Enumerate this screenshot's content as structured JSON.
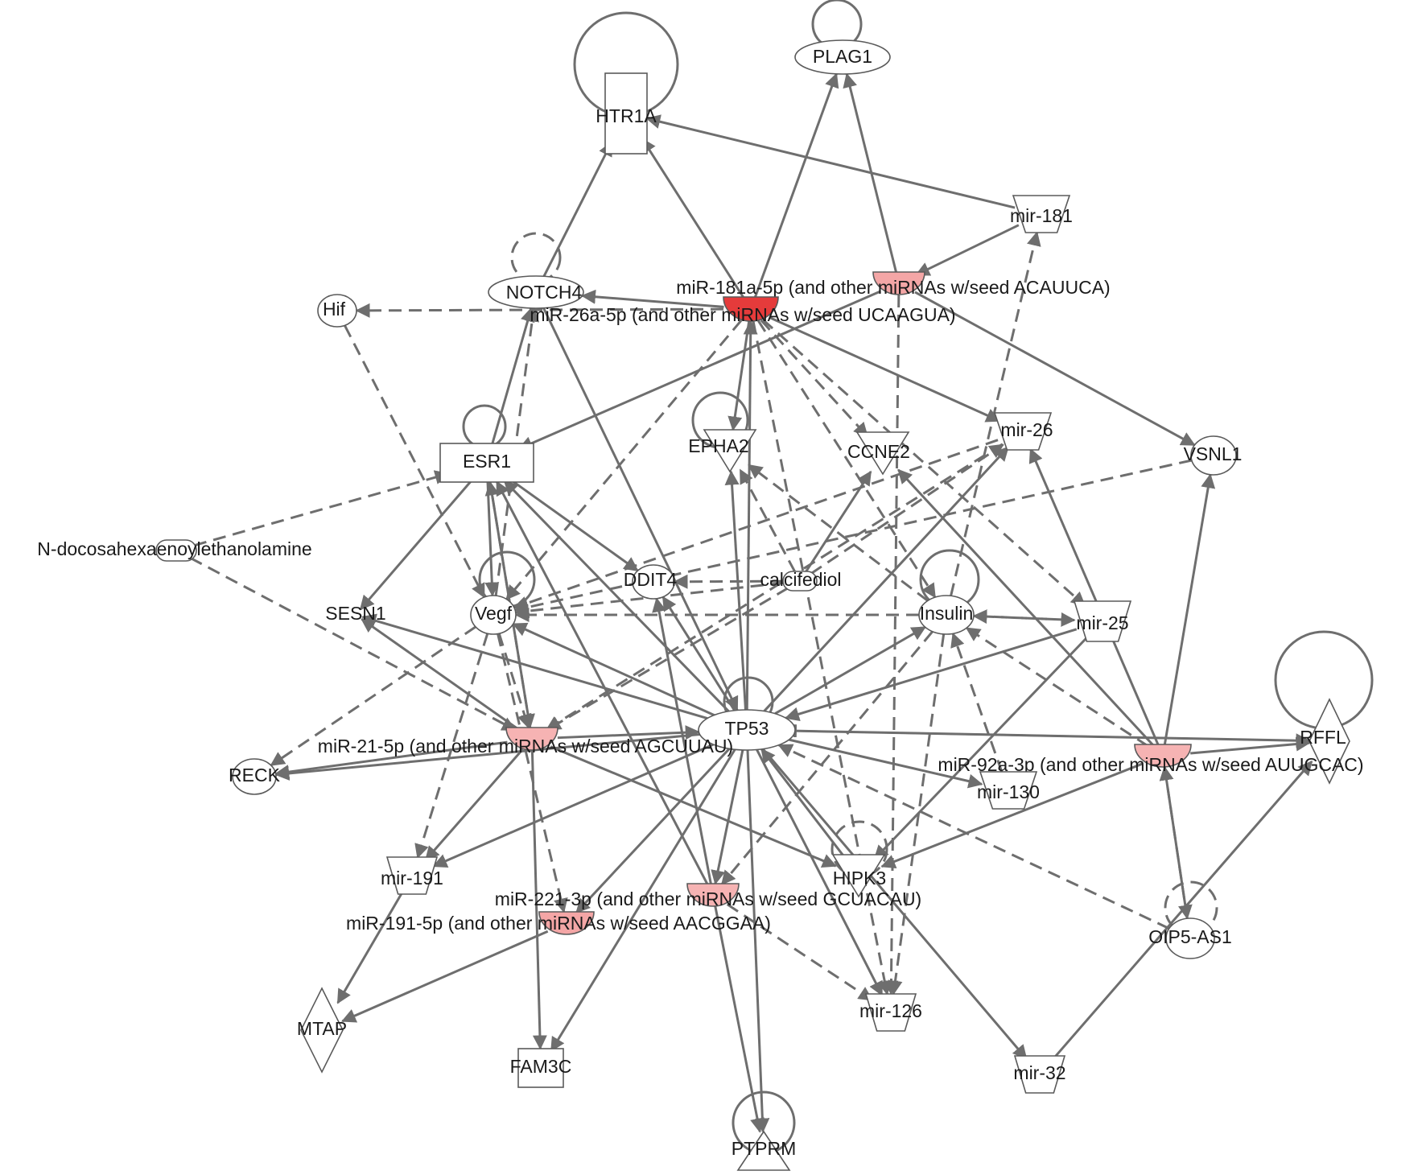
{
  "nodes": [
    {
      "id": "HTR1A",
      "label": "HTR1A",
      "shape": "rect",
      "fill": "#ffffff"
    },
    {
      "id": "PLAG1",
      "label": "PLAG1",
      "shape": "ellipse",
      "fill": "#ffffff"
    },
    {
      "id": "mir181",
      "label": "mir-181",
      "shape": "trapezoid",
      "fill": "#ffffff"
    },
    {
      "id": "NOTCH4",
      "label": "NOTCH4",
      "shape": "ellipse",
      "fill": "#ffffff"
    },
    {
      "id": "Hif",
      "label": "Hif",
      "shape": "ellipse",
      "fill": "#ffffff"
    },
    {
      "id": "miR181a",
      "label": "miR-181a-5p (and other miRNAs w/seed ACAUUCA)",
      "shape": "semicircle",
      "fill": "#f4a6a6"
    },
    {
      "id": "miR26a",
      "label": "miR-26a-5p (and other miRNAs w/seed UCAAGUA)",
      "shape": "semicircle",
      "fill": "#e53b3b"
    },
    {
      "id": "ESR1",
      "label": "ESR1",
      "shape": "rect",
      "fill": "#ffffff"
    },
    {
      "id": "EPHA2",
      "label": "EPHA2",
      "shape": "triangle-down",
      "fill": "#ffffff"
    },
    {
      "id": "CCNE2",
      "label": "CCNE2",
      "shape": "triangle-down",
      "fill": "#ffffff"
    },
    {
      "id": "mir26",
      "label": "mir-26",
      "shape": "trapezoid",
      "fill": "#ffffff"
    },
    {
      "id": "VSNL1",
      "label": "VSNL1",
      "shape": "ellipse",
      "fill": "#ffffff"
    },
    {
      "id": "NDEA",
      "label": "N-docosahexaenoylethanolamine",
      "shape": "capsule",
      "fill": "#ffffff"
    },
    {
      "id": "DDIT4",
      "label": "DDIT4",
      "shape": "ellipse",
      "fill": "#ffffff"
    },
    {
      "id": "calcifediol",
      "label": "calcifediol",
      "shape": "capsule",
      "fill": "#ffffff"
    },
    {
      "id": "SESN1",
      "label": "SESN1",
      "shape": "none",
      "fill": "#ffffff"
    },
    {
      "id": "Vegf",
      "label": "Vegf",
      "shape": "ellipse",
      "fill": "#ffffff"
    },
    {
      "id": "Insulin",
      "label": "Insulin",
      "shape": "ellipse",
      "fill": "#ffffff"
    },
    {
      "id": "mir25",
      "label": "mir-25",
      "shape": "trapezoid",
      "fill": "#ffffff"
    },
    {
      "id": "TP53",
      "label": "TP53",
      "shape": "ellipse",
      "fill": "#ffffff"
    },
    {
      "id": "RFFL",
      "label": "RFFL",
      "shape": "diamond",
      "fill": "#ffffff"
    },
    {
      "id": "miR21",
      "label": "miR-21-5p (and other miRNAs w/seed AGCUUAU)",
      "shape": "semicircle",
      "fill": "#f6b3b3"
    },
    {
      "id": "RECK",
      "label": "RECK",
      "shape": "ellipse",
      "fill": "#ffffff"
    },
    {
      "id": "miR92a",
      "label": "miR-92a-3p (and other miRNAs w/seed AUUGCAC)",
      "shape": "semicircle",
      "fill": "#f6b3b3"
    },
    {
      "id": "mir130",
      "label": "mir-130",
      "shape": "trapezoid",
      "fill": "#ffffff"
    },
    {
      "id": "mir191",
      "label": "mir-191",
      "shape": "trapezoid",
      "fill": "#ffffff"
    },
    {
      "id": "HIPK3",
      "label": "HIPK3",
      "shape": "triangle-down",
      "fill": "#ffffff"
    },
    {
      "id": "miR221",
      "label": "miR-221-3p (and other miRNAs w/seed GCUACAU)",
      "shape": "semicircle",
      "fill": "#f6b3b3"
    },
    {
      "id": "miR191",
      "label": "miR-191-5p (and other miRNAs w/seed AACGGAA)",
      "shape": "semicircle",
      "fill": "#f4a6a6"
    },
    {
      "id": "OIP5",
      "label": "OIP5-AS1",
      "shape": "ellipse",
      "fill": "#ffffff"
    },
    {
      "id": "MTAP",
      "label": "MTAP",
      "shape": "diamond",
      "fill": "#ffffff"
    },
    {
      "id": "FAM3C",
      "label": "FAM3C",
      "shape": "rect",
      "fill": "#ffffff"
    },
    {
      "id": "mir126",
      "label": "mir-126",
      "shape": "trapezoid",
      "fill": "#ffffff"
    },
    {
      "id": "mir32",
      "label": "mir-32",
      "shape": "trapezoid",
      "fill": "#ffffff"
    },
    {
      "id": "PTPRM",
      "label": "PTPRM",
      "shape": "triangle-up",
      "fill": "#ffffff"
    }
  ],
  "edges": [
    {
      "from": "HTR1A",
      "to": "HTR1A",
      "style": "solid"
    },
    {
      "from": "PLAG1",
      "to": "PLAG1",
      "style": "solid"
    },
    {
      "from": "NOTCH4",
      "to": "NOTCH4",
      "style": "dashed"
    },
    {
      "from": "ESR1",
      "to": "ESR1",
      "style": "solid"
    },
    {
      "from": "EPHA2",
      "to": "EPHA2",
      "style": "solid"
    },
    {
      "from": "Vegf",
      "to": "Vegf",
      "style": "solid"
    },
    {
      "from": "Insulin",
      "to": "Insulin",
      "style": "solid"
    },
    {
      "from": "TP53",
      "to": "TP53",
      "style": "solid"
    },
    {
      "from": "RFFL",
      "to": "RFFL",
      "style": "solid"
    },
    {
      "from": "HIPK3",
      "to": "HIPK3",
      "style": "dashed"
    },
    {
      "from": "OIP5",
      "to": "OIP5",
      "style": "dashed"
    },
    {
      "from": "PTPRM",
      "to": "PTPRM",
      "style": "solid"
    },
    {
      "from": "mir181",
      "to": "HTR1A",
      "style": "solid"
    },
    {
      "from": "mir181",
      "to": "miR181a",
      "style": "solid"
    },
    {
      "from": "miR26a",
      "to": "HTR1A",
      "style": "solid"
    },
    {
      "from": "miR26a",
      "to": "PLAG1",
      "style": "solid"
    },
    {
      "from": "miR181a",
      "to": "PLAG1",
      "style": "solid"
    },
    {
      "from": "NOTCH4",
      "to": "HTR1A",
      "style": "solid"
    },
    {
      "from": "miR26a",
      "to": "Hif",
      "style": "dashed"
    },
    {
      "from": "miR26a",
      "to": "NOTCH4",
      "style": "solid"
    },
    {
      "from": "miR181a",
      "to": "ESR1",
      "style": "solid"
    },
    {
      "from": "miR26a",
      "to": "EPHA2",
      "style": "solid"
    },
    {
      "from": "miR26a",
      "to": "CCNE2",
      "style": "dashed"
    },
    {
      "from": "miR26a",
      "to": "mir26",
      "style": "solid"
    },
    {
      "from": "miR181a",
      "to": "VSNL1",
      "style": "solid"
    },
    {
      "from": "miR26a",
      "to": "Insulin",
      "style": "dashed"
    },
    {
      "from": "miR26a",
      "to": "mir126",
      "style": "dashed"
    },
    {
      "from": "miR26a",
      "to": "mir25",
      "style": "dashed"
    },
    {
      "from": "miR26a",
      "to": "Vegf",
      "style": "dashed"
    },
    {
      "from": "miR181a",
      "to": "mir126",
      "style": "dashed"
    },
    {
      "from": "ESR1",
      "to": "NOTCH4",
      "style": "solid"
    },
    {
      "from": "Vegf",
      "to": "NOTCH4",
      "style": "dashed"
    },
    {
      "from": "Hif",
      "to": "Vegf",
      "style": "dashed"
    },
    {
      "from": "NDEA",
      "to": "ESR1",
      "style": "dashed"
    },
    {
      "from": "NDEA",
      "to": "miR21",
      "style": "dashed"
    },
    {
      "from": "ESR1",
      "to": "SESN1",
      "style": "solid"
    },
    {
      "from": "ESR1",
      "to": "Vegf",
      "style": "solid"
    },
    {
      "from": "ESR1",
      "to": "DDIT4",
      "style": "solid"
    },
    {
      "from": "ESR1",
      "to": "miR21",
      "style": "solid"
    },
    {
      "from": "TP53",
      "to": "ESR1",
      "style": "solid"
    },
    {
      "from": "NOTCH4",
      "to": "TP53",
      "style": "solid"
    },
    {
      "from": "TP53",
      "to": "miR26a",
      "style": "solid"
    },
    {
      "from": "TP53",
      "to": "EPHA2",
      "style": "solid"
    },
    {
      "from": "calcifediol",
      "to": "CCNE2",
      "style": "solid"
    },
    {
      "from": "calcifediol",
      "to": "EPHA2",
      "style": "dashed"
    },
    {
      "from": "calcifediol",
      "to": "DDIT4",
      "style": "dashed"
    },
    {
      "from": "calcifediol",
      "to": "Vegf",
      "style": "dashed"
    },
    {
      "from": "calcifediol",
      "to": "miR21",
      "style": "dashed"
    },
    {
      "from": "calcifediol",
      "to": "mir26",
      "style": "dashed"
    },
    {
      "from": "Insulin",
      "to": "Vegf",
      "style": "dashed"
    },
    {
      "from": "Insulin",
      "to": "EPHA2",
      "style": "dashed"
    },
    {
      "from": "mir25",
      "to": "Insulin",
      "style": "dashed"
    },
    {
      "from": "Insulin",
      "to": "mir25",
      "style": "dashed"
    },
    {
      "from": "Insulin",
      "to": "mir181",
      "style": "dashed"
    },
    {
      "from": "mir25",
      "to": "TP53",
      "style": "solid"
    },
    {
      "from": "mir25",
      "to": "HIPK3",
      "style": "solid"
    },
    {
      "from": "VSNL1",
      "to": "Vegf",
      "style": "dashed"
    },
    {
      "from": "miR92a",
      "to": "VSNL1",
      "style": "solid"
    },
    {
      "from": "miR92a",
      "to": "RFFL",
      "style": "solid"
    },
    {
      "from": "miR92a",
      "to": "CCNE2",
      "style": "solid"
    },
    {
      "from": "miR92a",
      "to": "HIPK3",
      "style": "solid"
    },
    {
      "from": "miR92a",
      "to": "Insulin",
      "style": "dashed"
    },
    {
      "from": "mir130",
      "to": "Insulin",
      "style": "dashed"
    },
    {
      "from": "TP53",
      "to": "mir130",
      "style": "solid"
    },
    {
      "from": "TP53",
      "to": "SESN1",
      "style": "solid"
    },
    {
      "from": "TP53",
      "to": "Vegf",
      "style": "solid"
    },
    {
      "from": "TP53",
      "to": "DDIT4",
      "style": "solid"
    },
    {
      "from": "TP53",
      "to": "mir26",
      "style": "solid"
    },
    {
      "from": "TP53",
      "to": "Insulin",
      "style": "solid"
    },
    {
      "from": "TP53",
      "to": "RECK",
      "style": "solid"
    },
    {
      "from": "TP53",
      "to": "mir191",
      "style": "solid"
    },
    {
      "from": "TP53",
      "to": "miR191",
      "style": "solid"
    },
    {
      "from": "TP53",
      "to": "miR221",
      "style": "solid"
    },
    {
      "from": "TP53",
      "to": "FAM3C",
      "style": "solid"
    },
    {
      "from": "TP53",
      "to": "mir126",
      "style": "solid"
    },
    {
      "from": "TP53",
      "to": "mir32",
      "style": "solid"
    },
    {
      "from": "TP53",
      "to": "PTPRM",
      "style": "solid"
    },
    {
      "from": "TP53",
      "to": "RFFL",
      "style": "solid"
    },
    {
      "from": "RFFL",
      "to": "TP53",
      "style": "inhibit"
    },
    {
      "from": "HIPK3",
      "to": "TP53",
      "style": "solid"
    },
    {
      "from": "OIP5",
      "to": "TP53",
      "style": "dashed"
    },
    {
      "from": "mir32",
      "to": "RFFL",
      "style": "solid"
    },
    {
      "from": "OIP5",
      "to": "miR92a",
      "style": "solid"
    },
    {
      "from": "miR21",
      "to": "RECK",
      "style": "solid"
    },
    {
      "from": "miR21",
      "to": "SESN1",
      "style": "solid"
    },
    {
      "from": "miR21",
      "to": "mir191",
      "style": "solid"
    },
    {
      "from": "miR21",
      "to": "FAM3C",
      "style": "solid"
    },
    {
      "from": "miR21",
      "to": "TP53",
      "style": "solid"
    },
    {
      "from": "miR21",
      "to": "ESR1",
      "style": "dashed"
    },
    {
      "from": "miR21",
      "to": "HIPK3",
      "style": "solid"
    },
    {
      "from": "Vegf",
      "to": "miR21",
      "style": "dashed"
    },
    {
      "from": "Vegf",
      "to": "RECK",
      "style": "dashed"
    },
    {
      "from": "Vegf",
      "to": "mir191",
      "style": "dashed"
    },
    {
      "from": "Vegf",
      "to": "miR191",
      "style": "dashed"
    },
    {
      "from": "mir26",
      "to": "Vegf",
      "style": "dashed"
    },
    {
      "from": "mir26",
      "to": "miR21",
      "style": "dashed"
    },
    {
      "from": "Insulin",
      "to": "mir126",
      "style": "dashed"
    },
    {
      "from": "Insulin",
      "to": "miR221",
      "style": "dashed"
    },
    {
      "from": "miR221",
      "to": "DDIT4",
      "style": "solid"
    },
    {
      "from": "miR221",
      "to": "ESR1",
      "style": "solid"
    },
    {
      "from": "miR221",
      "to": "PTPRM",
      "style": "solid"
    },
    {
      "from": "miR221",
      "to": "mir126",
      "style": "dashed"
    },
    {
      "from": "mir191",
      "to": "MTAP",
      "style": "solid"
    },
    {
      "from": "miR191",
      "to": "MTAP",
      "style": "solid"
    },
    {
      "from": "miR92a",
      "to": "OIP5",
      "style": "dashed"
    },
    {
      "from": "miR92a",
      "to": "mir26",
      "style": "solid"
    }
  ]
}
